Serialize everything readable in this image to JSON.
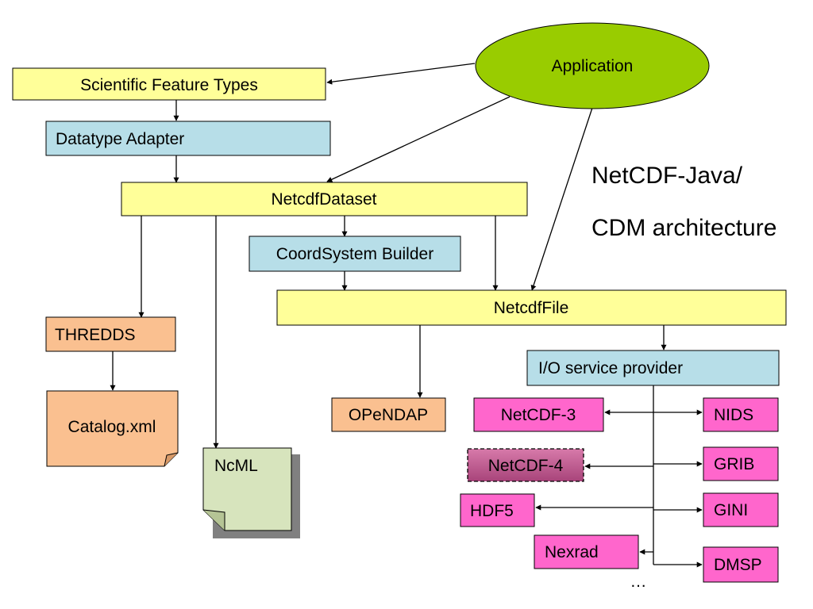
{
  "title": {
    "line1": "NetCDF-Java/",
    "line2": "CDM architecture"
  },
  "nodes": {
    "application": "Application",
    "scientific_feature_types": "Scientific Feature Types",
    "datatype_adapter": "Datatype Adapter",
    "netcdf_dataset": "NetcdfDataset",
    "coordsystem_builder": "CoordSystem Builder",
    "netcdf_file": "NetcdfFile",
    "thredds": "THREDDS",
    "catalog_xml": "Catalog.xml",
    "ncml": "NcML",
    "opendap": "OPeNDAP",
    "io_service_provider": "I/O service provider",
    "netcdf3": "NetCDF-3",
    "netcdf4": "NetCDF-4",
    "hdf5": "HDF5",
    "nexrad": "Nexrad",
    "nids": "NIDS",
    "grib": "GRIB",
    "gini": "GINI",
    "dmsp": "DMSP",
    "ellipsis": "…"
  },
  "colors": {
    "application_fill": "#99CC00",
    "core_fill": "#FFFF99",
    "builder_fill": "#B7DEE8",
    "external_fill": "#FAC090",
    "ncml_fill": "#D7E4BD",
    "format_fill": "#FF66CC",
    "netcdf4_fill": "#CC6699",
    "edge_color": "#000000"
  },
  "icons": {
    "document_shape": "folded-corner-document-icon"
  }
}
